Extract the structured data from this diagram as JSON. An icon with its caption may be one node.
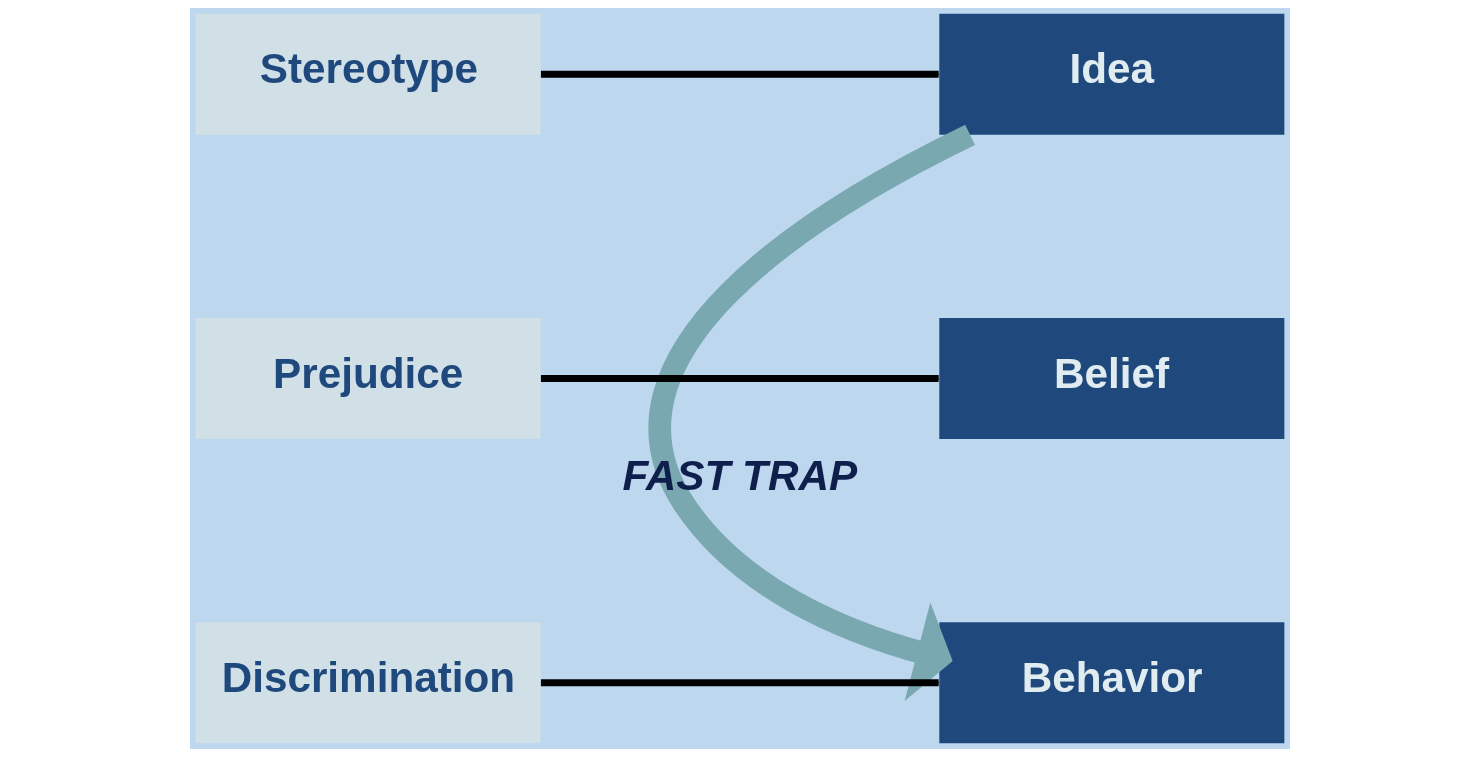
{
  "diagram": {
    "nodes": [
      {
        "text": [
          "Stereotype"
        ]
      },
      {
        "text": [
          "Idea"
        ]
      },
      {
        "text": [
          "Prejudice"
        ]
      },
      {
        "text": [
          "Belief"
        ]
      },
      {
        "text": [
          "Discrimination"
        ]
      },
      {
        "text": [
          "Behavior"
        ]
      }
    ],
    "edges": [
      {
        "from": 0,
        "to": 1,
        "arrow": "none"
      },
      {
        "from": 2,
        "to": 3,
        "arrow": "none"
      },
      {
        "from": 4,
        "to": 5,
        "arrow": "none"
      },
      {
        "from": 1,
        "to": 5,
        "arrow": "to",
        "style": "thick",
        "color": "#7aa8b0",
        "label": "FAST TRAP"
      }
    ]
  }
}
